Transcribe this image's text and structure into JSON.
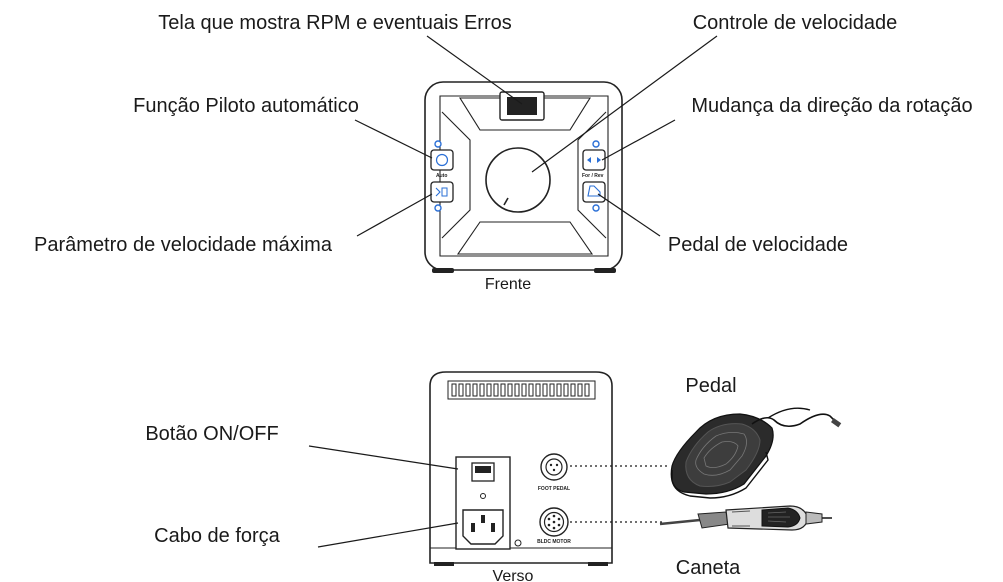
{
  "front": {
    "display_label": "Tela que mostra RPM e eventuais Erros",
    "speed_control_label": "Controle de velocidade",
    "autopilot_label": "Função Piloto automático",
    "rotation_label": "Mudança da direção da rotação",
    "max_speed_label": "Parâmetro de velocidade máxima",
    "pedal_speed_label": "Pedal de velocidade",
    "caption": "Frente",
    "button_auto_text": "Auto",
    "button_forrev_text": "For / Rev"
  },
  "back": {
    "power_switch_label": "Botão ON/OFF",
    "power_cable_label": "Cabo de força",
    "caption": "Verso",
    "foot_pedal_port_text": "FOOT PEDAL",
    "motor_port_text": "BLDC MOTOR"
  },
  "accessories": {
    "pedal_label": "Pedal",
    "handpiece_label": "Caneta"
  },
  "colors": {
    "led_blue": "#2a6fd6",
    "line": "#1a1a1a"
  }
}
